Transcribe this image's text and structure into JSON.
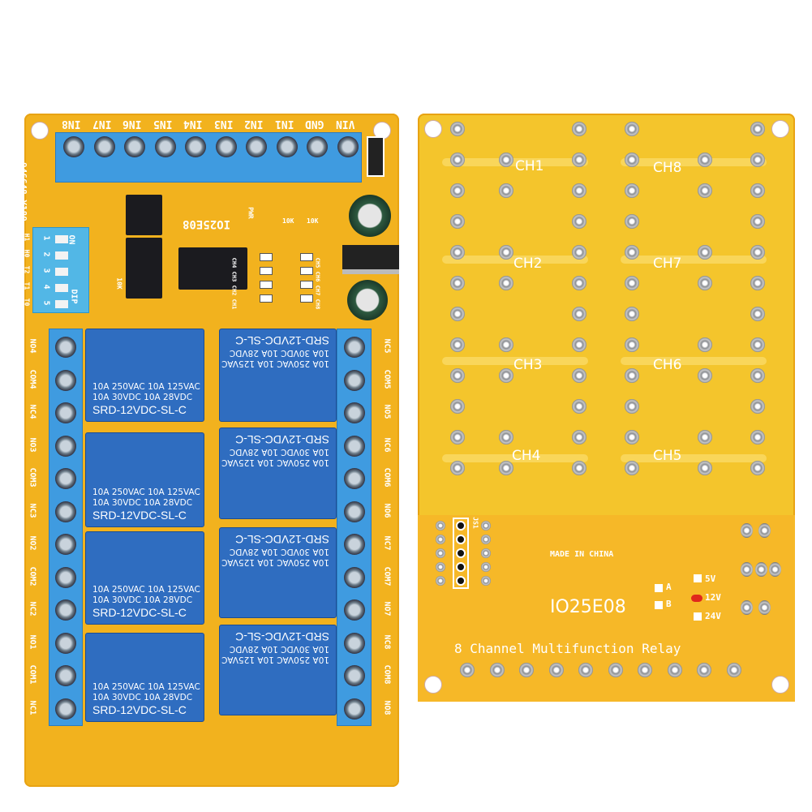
{
  "left_board": {
    "input_labels": [
      "IN8",
      "IN7",
      "IN6",
      "IN5",
      "IN4",
      "IN3",
      "IN2",
      "IN1",
      "GND",
      "VIN"
    ],
    "board_code": "946648_Y189",
    "model": "IO25E08",
    "pwr_label": "PWR",
    "resistor_labels": [
      "10K",
      "10K",
      "10K"
    ],
    "led_labels_left": [
      "CH4",
      "CH3",
      "CH2",
      "CH1"
    ],
    "led_labels_right": [
      "CH5",
      "CH6",
      "CH7",
      "CH8"
    ],
    "dip": {
      "on": "ON",
      "dip": "DIP",
      "numbers": [
        "1",
        "2",
        "3",
        "4",
        "5"
      ],
      "modes": [
        "H1",
        "H0",
        "T2",
        "T1",
        "T0"
      ]
    },
    "left_terminals": [
      "NO4",
      "COM4",
      "NC4",
      "NO3",
      "COM3",
      "NC3",
      "NO2",
      "COM2",
      "NC2",
      "NO1",
      "COM1",
      "NC1"
    ],
    "right_terminals": [
      "NC5",
      "COM5",
      "NO5",
      "NC6",
      "COM6",
      "NO6",
      "NC7",
      "COM7",
      "NO7",
      "NC8",
      "COM8",
      "NO8"
    ],
    "relay": {
      "line1": "10A 250VAC  10A 125VAC",
      "line2": "10A  30VDC  10A  28VDC",
      "model": "SRD-12VDC-SL-C"
    }
  },
  "right_board": {
    "channels": [
      "CH1",
      "CH8",
      "CH2",
      "CH7",
      "CH3",
      "CH6",
      "CH4",
      "CH5"
    ],
    "made_in": "MADE IN CHINA",
    "model": "IO25E08",
    "jumper_a": "A",
    "jumper_b": "B",
    "voltages": [
      "5V",
      "12V",
      "24V"
    ],
    "selected_voltage": "12V",
    "title": "8 Channel Multifunction Relay",
    "header_label": "JS1"
  },
  "colors": {
    "pcb": "#f2b21e",
    "terminal": "#3f9be0",
    "relay": "#2f6dc0",
    "selected_marker": "#e0281c"
  }
}
